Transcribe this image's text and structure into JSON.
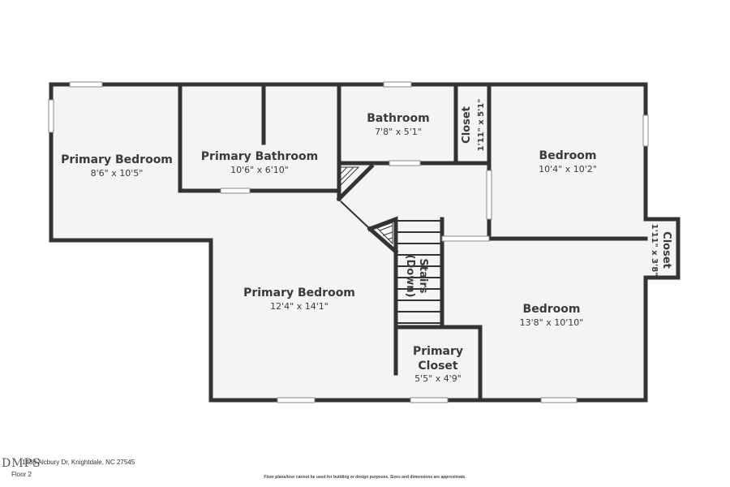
{
  "rooms": {
    "primary_bedroom_left": {
      "name": "Primary Bedroom",
      "dims": "8'6\" x 10'5\""
    },
    "primary_bathroom": {
      "name": "Primary Bathroom",
      "dims": "10'6\" x 6'10\""
    },
    "bathroom": {
      "name": "Bathroom",
      "dims": "7'8\" x 5'1\""
    },
    "closet_small": {
      "name": "Closet",
      "dims": "1'11\" x 5'1\""
    },
    "bedroom_top": {
      "name": "Bedroom",
      "dims": "10'4\" x 10'2\""
    },
    "closet_right": {
      "name": "Closet",
      "dims": "1'11\" x 3'8\""
    },
    "primary_bedroom_main": {
      "name": "Primary Bedroom",
      "dims": "12'4\" x 14'1\""
    },
    "stairs": {
      "line1": "Stairs",
      "line2": "(Down)"
    },
    "primary_closet": {
      "line1": "Primary",
      "line2": "Closet",
      "dims": "5'5\" x 4'9\""
    },
    "bedroom_bottom": {
      "name": "Bedroom",
      "dims": "13'8\" x 10'10\""
    }
  },
  "footer": {
    "logo": "DMPS",
    "address": "1430 Alcbury Dr, Knightdale, NC 27545",
    "floor": "Floor 2",
    "disclaimer": "Floor plans/tour cannot be used for building or design purposes. Sizes and dimensions are approximate."
  },
  "colors": {
    "wall": "#333333",
    "room_fill": "#f4f4f4",
    "text": "#3a3a3a"
  }
}
